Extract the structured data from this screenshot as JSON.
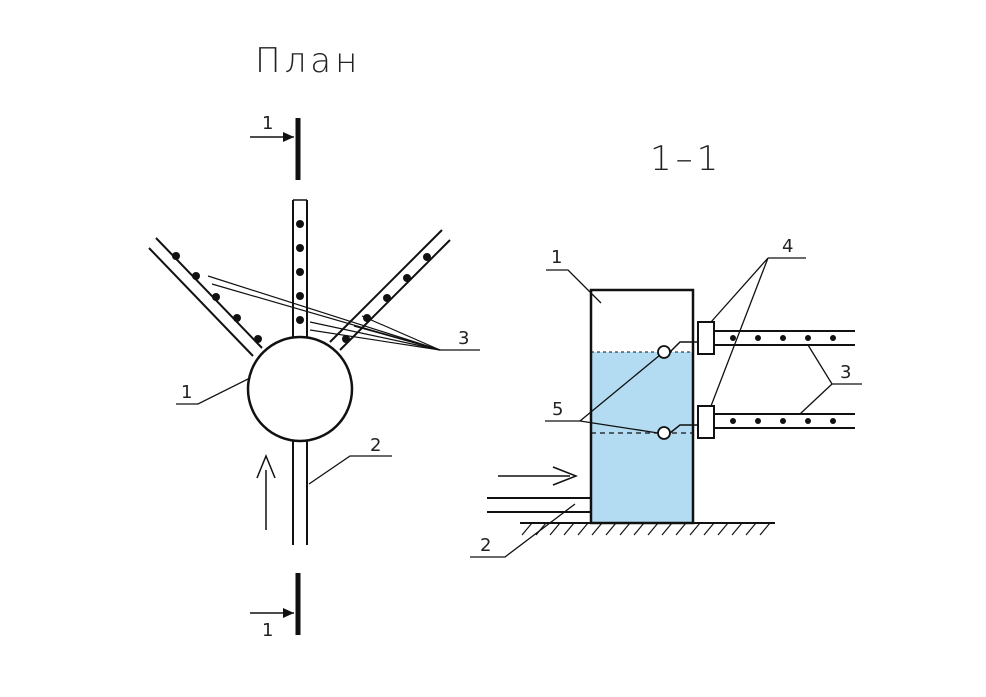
{
  "plan": {
    "title": "План",
    "section_marker_top": "1",
    "section_marker_bottom": "1",
    "callouts": {
      "tank": "1",
      "inlet_pipe": "2",
      "perforated_pipes": "3"
    }
  },
  "section": {
    "title": "1–1",
    "callouts": {
      "tank": "1",
      "inlet_pipe": "2",
      "perforated_pipes": "3",
      "valves": "4",
      "floats": "5"
    },
    "colors": {
      "water": "#b3dcf2",
      "line": "#111111"
    }
  }
}
